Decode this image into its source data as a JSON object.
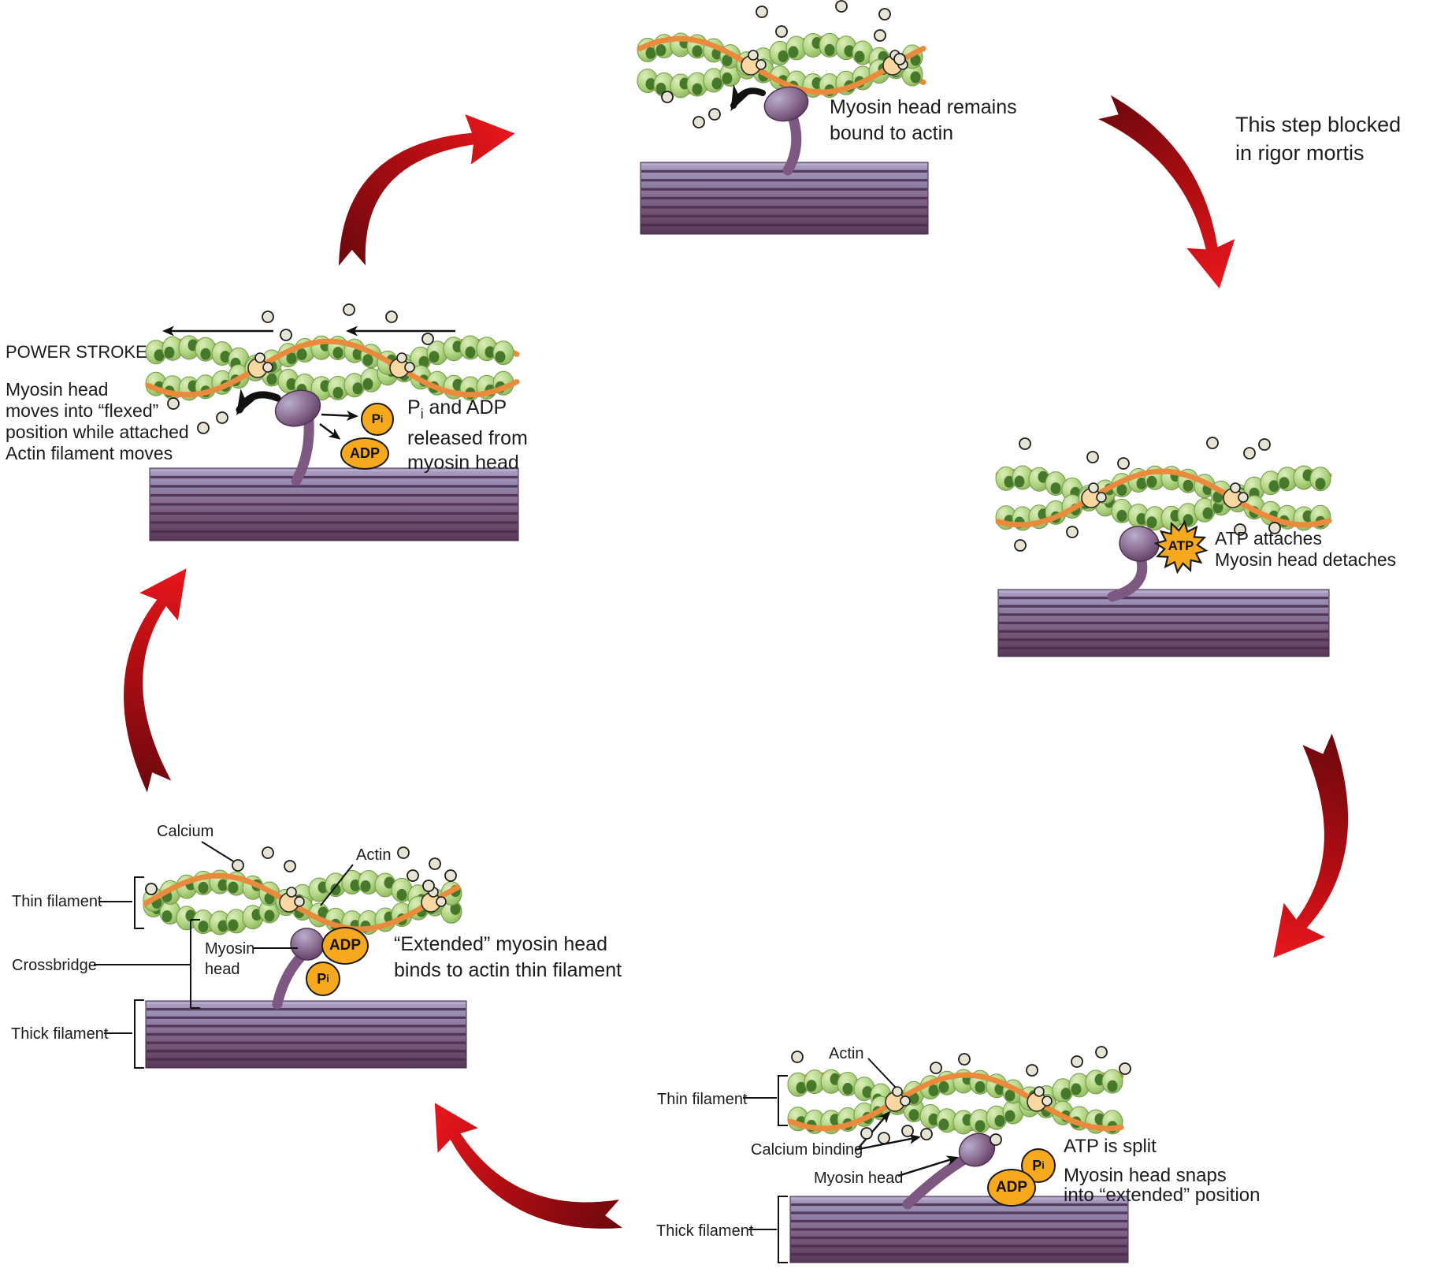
{
  "panels": {
    "bound": {
      "caption_l1": "Myosin head remains",
      "caption_l2": "bound to actin"
    },
    "rigor": {
      "l1": "This step blocked",
      "l2": "in rigor mortis"
    },
    "atp_attach": {
      "atp": "ATP",
      "l1": "ATP attaches",
      "l2": "Myosin head detaches"
    },
    "atp_split": {
      "actin": "Actin",
      "thin": "Thin filament",
      "calcium_binding": "Calcium binding",
      "myosin_head": "Myosin head",
      "thick": "Thick filament",
      "adp": "ADP",
      "pi_main": "P",
      "pi_sub": "i",
      "l1": "ATP is split",
      "l2": "Myosin head snaps",
      "l3": "into “extended” position"
    },
    "extended": {
      "calcium": "Calcium",
      "actin": "Actin",
      "thin": "Thin filament",
      "myosin_l1": "Myosin",
      "myosin_l2": "head",
      "crossbridge": "Crossbridge",
      "thick": "Thick filament",
      "adp": "ADP",
      "pi_main": "P",
      "pi_sub": "i",
      "l1": "“Extended” myosin head",
      "l2": "binds to actin thin filament"
    },
    "power": {
      "title": "POWER STROKE",
      "l1": "Myosin head",
      "l2": "moves into “flexed”",
      "l3": "position while attached",
      "l4": "Actin filament moves",
      "pi_main": "P",
      "pi_sub": "i",
      "adp": "ADP",
      "r1_pre": "P",
      "r1_sub": "i",
      "r1_post": " and ADP",
      "r2": "released from",
      "r3": "myosin head"
    }
  },
  "colors": {
    "arrow_red_dark": "#70090e",
    "arrow_red_mid": "#b00d12",
    "arrow_red": "#ea171d",
    "actin_green": "#a9cf76",
    "actin_nucleus": "#3f7326",
    "tropomyosin": "#e98a3c",
    "troponin": "#f8d7a0",
    "thick_filament": "#7a627f",
    "thick_stripe": "#492b4d",
    "myosin": "#7d5880",
    "nucleotide_orange": "#f6a91d",
    "calcium_ion": "#e8e4d4",
    "text": "#1c1c1c"
  }
}
